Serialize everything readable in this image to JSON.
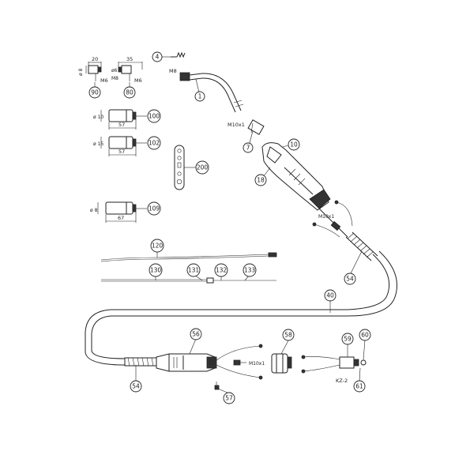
{
  "diagram": {
    "callouts": {
      "c4": "4",
      "c1": "1",
      "c7": "7",
      "c10": "10",
      "c18": "18",
      "c90": "90",
      "c80": "80",
      "c100": "100",
      "c102": "102",
      "c200": "200",
      "c109": "109",
      "c120": "120",
      "c130": "130",
      "c131": "131",
      "c132": "132",
      "c133": "133",
      "c40": "40",
      "c54a": "54",
      "c54b": "54",
      "c56": "56",
      "c57": "57",
      "c58": "58",
      "c59": "59",
      "c60": "60",
      "c61": "61"
    },
    "labels": {
      "m8": "M8",
      "m10x1_neck": "M10x1",
      "m10x1_cable": "M10x1",
      "m10x1_plug": "M10x1",
      "kz2": "KZ-2",
      "dim_20": "20",
      "dim_35": "35",
      "dim_d8": "ø 8",
      "dim_m6": "M6",
      "dim_d6": "ø6",
      "dim_m6b": "M6",
      "dim_m8": "M8",
      "dim_d10": "ø 10",
      "dim_57a": "57",
      "dim_d15": "ø 15",
      "dim_57b": "57",
      "dim_d8b": "ø 8",
      "dim_67": "67"
    }
  }
}
